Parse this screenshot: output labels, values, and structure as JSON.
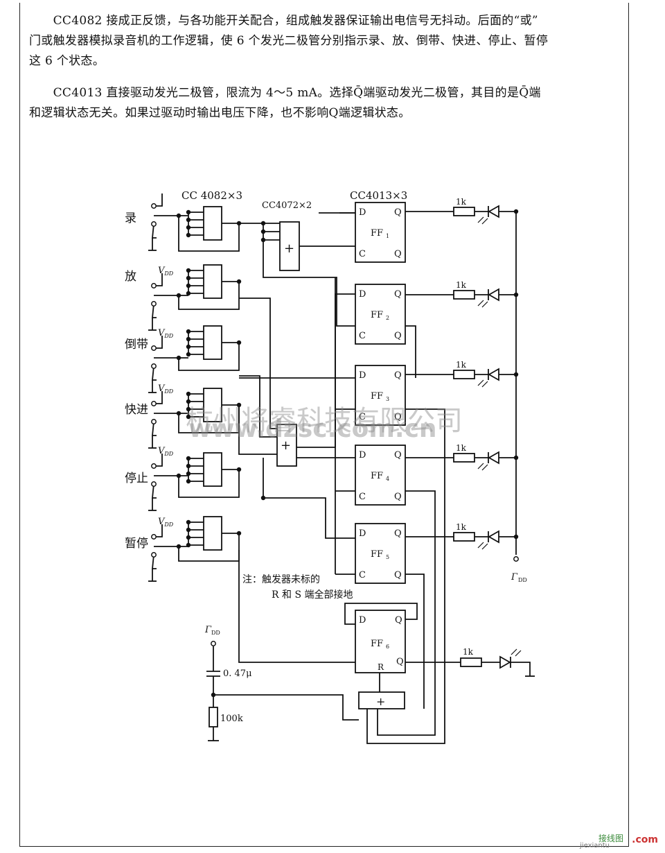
{
  "text": {
    "p1": [
      "　　CC4082 接成正反馈，与各功能开关配合，组成触发器保证输出电信号无抖动。后面的“或”",
      "门或触发器模拟录音机的工作逻辑，使 6 个发光二极管分别指示录、放、倒带、快进、停止、暂停",
      "这 6 个状态。"
    ],
    "p2": [
      "　　CC4013 直接驱动发光二极管，限流为 4～5 mA。选择Q̄端驱动发光二极管，其目的是Q̄端",
      "和逻辑状态无关。如果过驱动时输出电压下降，也不影响Q端逻辑状态。"
    ]
  },
  "diagram": {
    "headers": {
      "and": "CC 4082×3",
      "or": "CC4072×2",
      "ff": "CC4013×3"
    },
    "switches": [
      "录",
      "放",
      "倒带",
      "快进",
      "停止",
      "暂停"
    ],
    "vdd": "V",
    "vdd_sub": "DD",
    "ff_labels": [
      "FF",
      "FF",
      "FF",
      "FF",
      "FF",
      "FF"
    ],
    "ff_subs": [
      "1",
      "2",
      "3",
      "4",
      "5",
      "6"
    ],
    "pin_d": "D",
    "pin_c": "C",
    "pin_q": "Q",
    "pin_qbar": "Q",
    "pin_r": "R",
    "or_symbol": "+",
    "resistor": "1k",
    "note": [
      "注：触发器未标的",
      "R 和 S 端全部接地"
    ],
    "capacitor": "0. 47μ",
    "res_100k": "100k",
    "vdd_bottom": "Γ"
  },
  "watermark": {
    "cn": "杭州将睿科技有限公司",
    "url": "www.dzsc.com.cn"
  },
  "footer": {
    "site_cn": "接线图",
    "site_url": "jiexiantu",
    "com": ".com"
  }
}
